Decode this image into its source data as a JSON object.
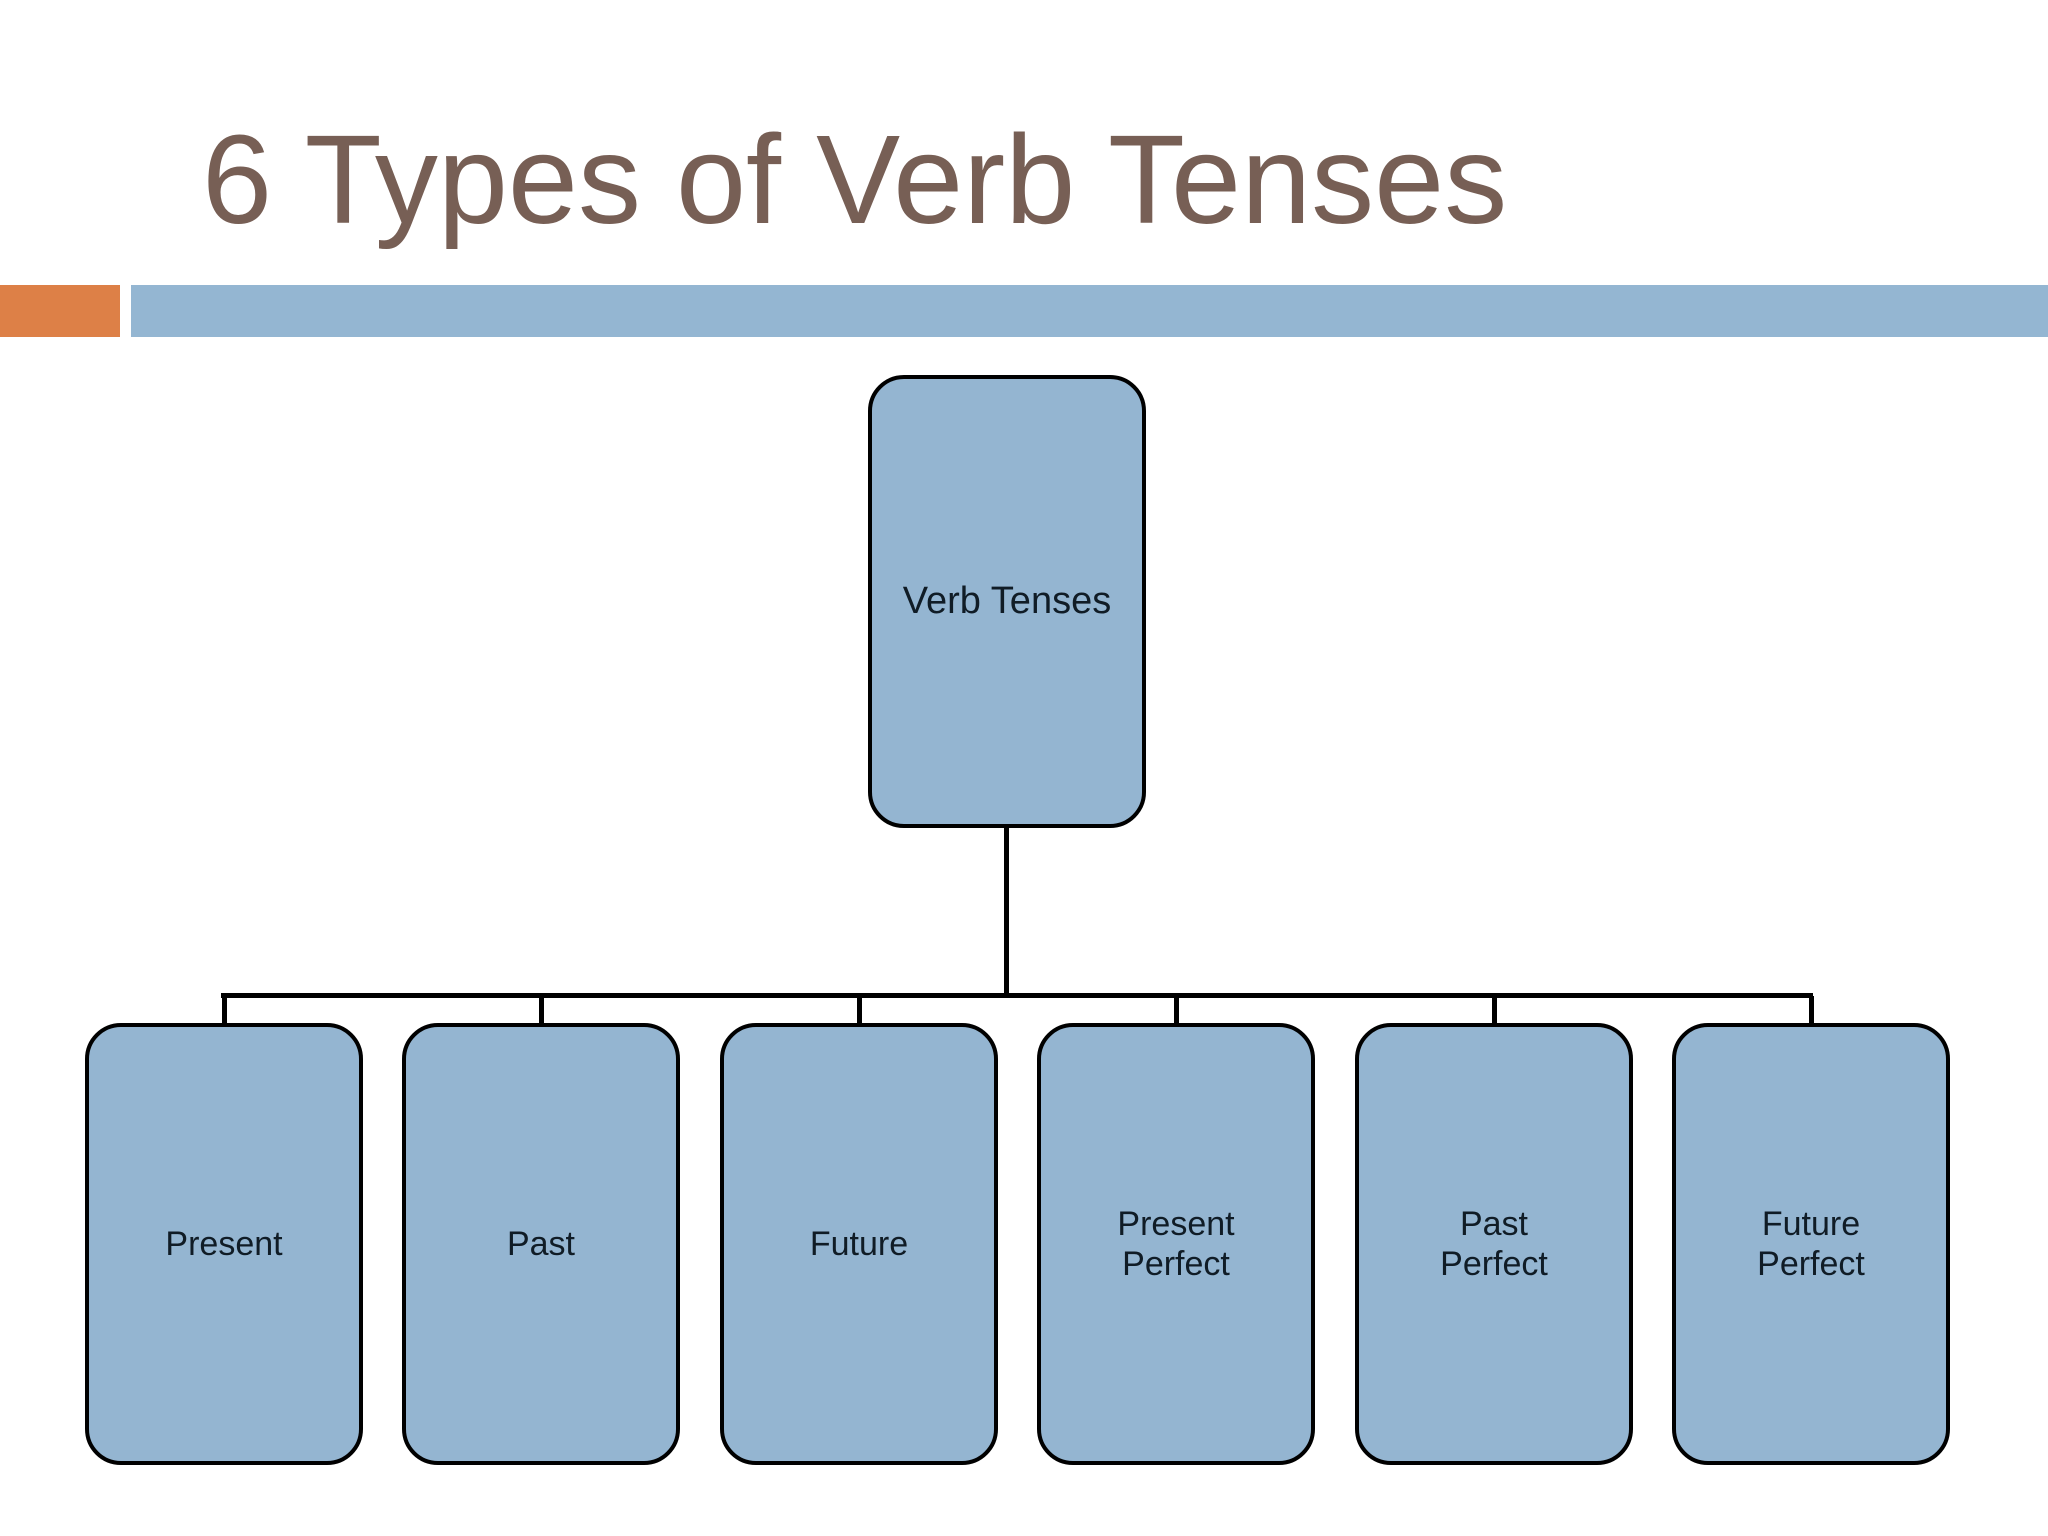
{
  "slide": {
    "title": "6 Types of Verb Tenses"
  },
  "colors": {
    "background": "#FFFFFF",
    "title_text": "#775F55",
    "accent_bar_orange": "#DD8047",
    "accent_bar_blue": "#94B6D2",
    "node_fill": "#94B5D1",
    "node_border": "#000000",
    "node_text": "#101C26"
  },
  "diagram": {
    "type": "org-chart",
    "root": {
      "label": "Verb Tenses"
    },
    "children": [
      {
        "label": "Present"
      },
      {
        "label": "Past"
      },
      {
        "label": "Future"
      },
      {
        "label": "Present\nPerfect"
      },
      {
        "label": "Past\nPerfect"
      },
      {
        "label": "Future\nPerfect"
      }
    ]
  }
}
